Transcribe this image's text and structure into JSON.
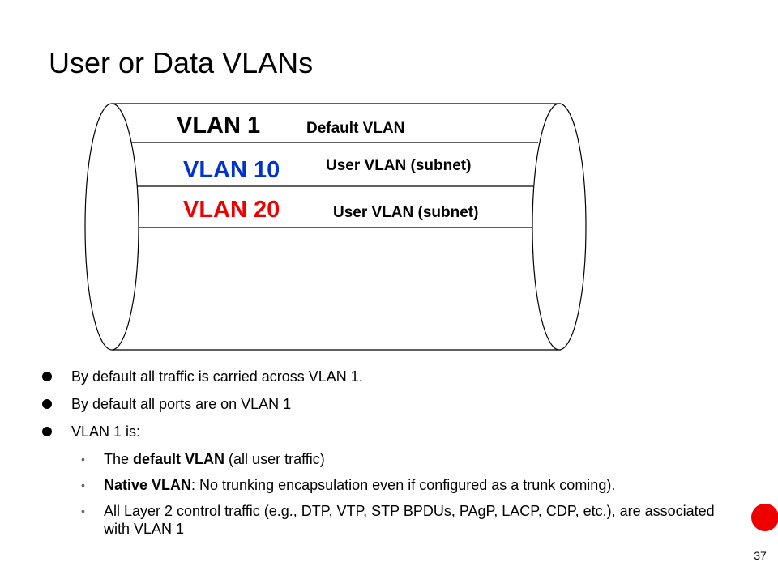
{
  "slide": {
    "title": "User or Data VLANs",
    "page_number": "37"
  },
  "diagram": {
    "lanes": [
      {
        "vlan": "VLAN 1",
        "desc": "Default VLAN",
        "color": "#000000"
      },
      {
        "vlan": "VLAN 10",
        "desc": "User VLAN (subnet)",
        "color": "#0033cc"
      },
      {
        "vlan": "VLAN 20",
        "desc": "User VLAN (subnet)",
        "color": "#ee0000"
      }
    ]
  },
  "bullets": [
    {
      "text": "By default all traffic is carried across VLAN 1."
    },
    {
      "text": "By default all ports are on VLAN 1"
    },
    {
      "text": "VLAN 1 is:"
    }
  ],
  "sub_bullets": [
    {
      "pre": "The ",
      "bold": "default VLAN",
      "post": " (all user traffic)"
    },
    {
      "pre": "",
      "bold": "Native VLAN",
      "post": ": No trunking encapsulation even if configured as a trunk coming)."
    },
    {
      "pre": "All Layer 2 control traffic (e.g., DTP, VTP, STP BPDUs, PAgP, LACP, CDP, etc.), are associated with VLAN 1",
      "bold": "",
      "post": ""
    }
  ]
}
